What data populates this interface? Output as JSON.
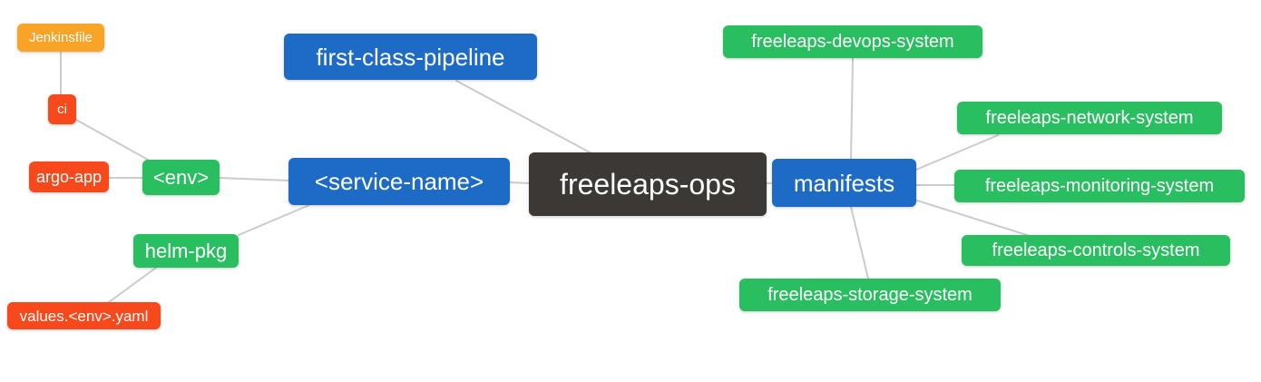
{
  "diagram": {
    "type": "mindmap",
    "root_label": "freeleaps-ops",
    "palette": {
      "dark": "#3B3836",
      "blue": "#1E6BC5",
      "green": "#29BE5F",
      "amber": "#F9A426",
      "red": "#F8491D",
      "edge_line": "#CBCBCB",
      "text": "#FFFFFF",
      "background": "#FFFFFF"
    },
    "nodes": {
      "root": {
        "label": "freeleaps-ops",
        "color": "#3B3836"
      },
      "first_class_pipeline": {
        "label": "first-class-pipeline",
        "color": "#1E6BC5"
      },
      "service_name": {
        "label": "<service-name>",
        "color": "#1E6BC5"
      },
      "manifests": {
        "label": "manifests",
        "color": "#1E6BC5"
      },
      "env": {
        "label": "<env>",
        "color": "#29BE5F"
      },
      "helm_pkg": {
        "label": "helm-pkg",
        "color": "#29BE5F"
      },
      "ci": {
        "label": "ci",
        "color": "#F8491D"
      },
      "argo_app": {
        "label": "argo-app",
        "color": "#F8491D"
      },
      "values_env_yaml": {
        "label": "values.<env>.yaml",
        "color": "#F8491D"
      },
      "jenkinsfile": {
        "label": "Jenkinsfile",
        "color": "#F9A426"
      },
      "devops_system": {
        "label": "freeleaps-devops-system",
        "color": "#29BE5F"
      },
      "network_system": {
        "label": "freeleaps-network-system",
        "color": "#29BE5F"
      },
      "monitoring_system": {
        "label": "freeleaps-monitoring-system",
        "color": "#29BE5F"
      },
      "controls_system": {
        "label": "freeleaps-controls-system",
        "color": "#29BE5F"
      },
      "storage_system": {
        "label": "freeleaps-storage-system",
        "color": "#29BE5F"
      }
    },
    "edges": [
      {
        "from": "jenkinsfile",
        "to": "ci"
      },
      {
        "from": "ci",
        "to": "env"
      },
      {
        "from": "argo_app",
        "to": "env"
      },
      {
        "from": "env",
        "to": "service_name"
      },
      {
        "from": "helm_pkg",
        "to": "service_name"
      },
      {
        "from": "values_env_yaml",
        "to": "helm_pkg"
      },
      {
        "from": "first_class_pipeline",
        "to": "root"
      },
      {
        "from": "service_name",
        "to": "root"
      },
      {
        "from": "root",
        "to": "manifests"
      },
      {
        "from": "manifests",
        "to": "devops_system"
      },
      {
        "from": "manifests",
        "to": "network_system"
      },
      {
        "from": "manifests",
        "to": "monitoring_system"
      },
      {
        "from": "manifests",
        "to": "controls_system"
      },
      {
        "from": "manifests",
        "to": "storage_system"
      }
    ]
  }
}
